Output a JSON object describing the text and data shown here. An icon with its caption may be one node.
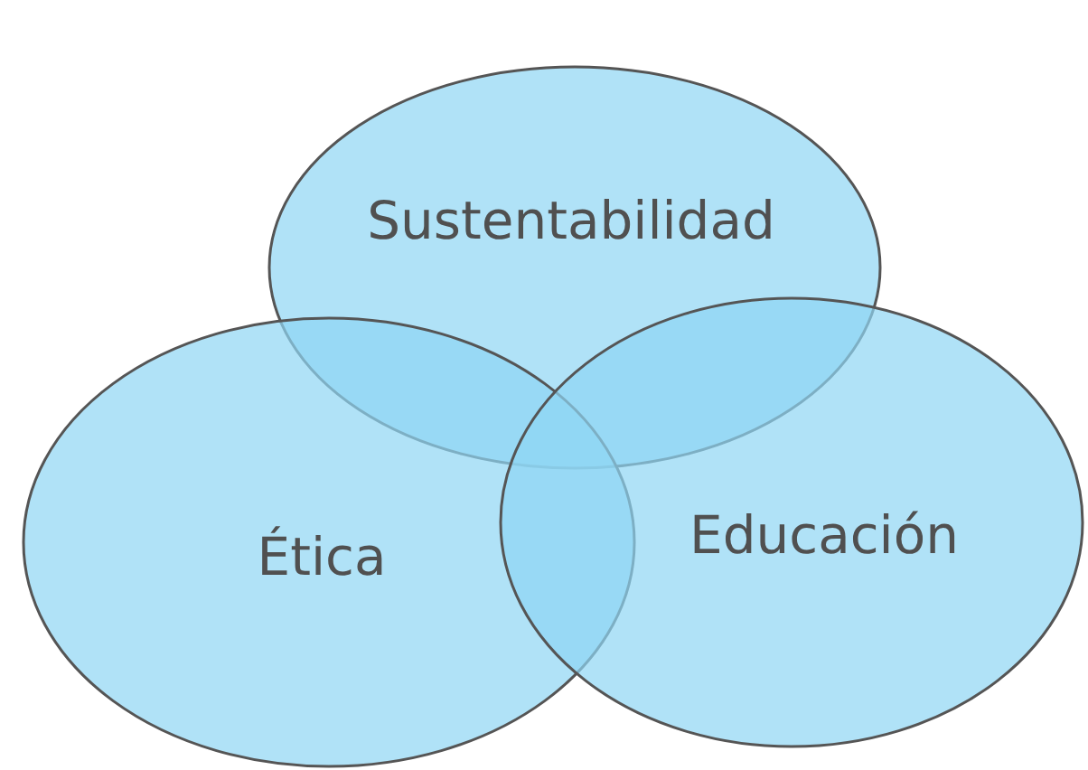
{
  "diagram": {
    "nodes": [
      {
        "text": [
          "Sustentabilidad"
        ]
      },
      {
        "text": [
          "Ética"
        ]
      },
      {
        "text": [
          "Educación"
        ]
      }
    ]
  }
}
